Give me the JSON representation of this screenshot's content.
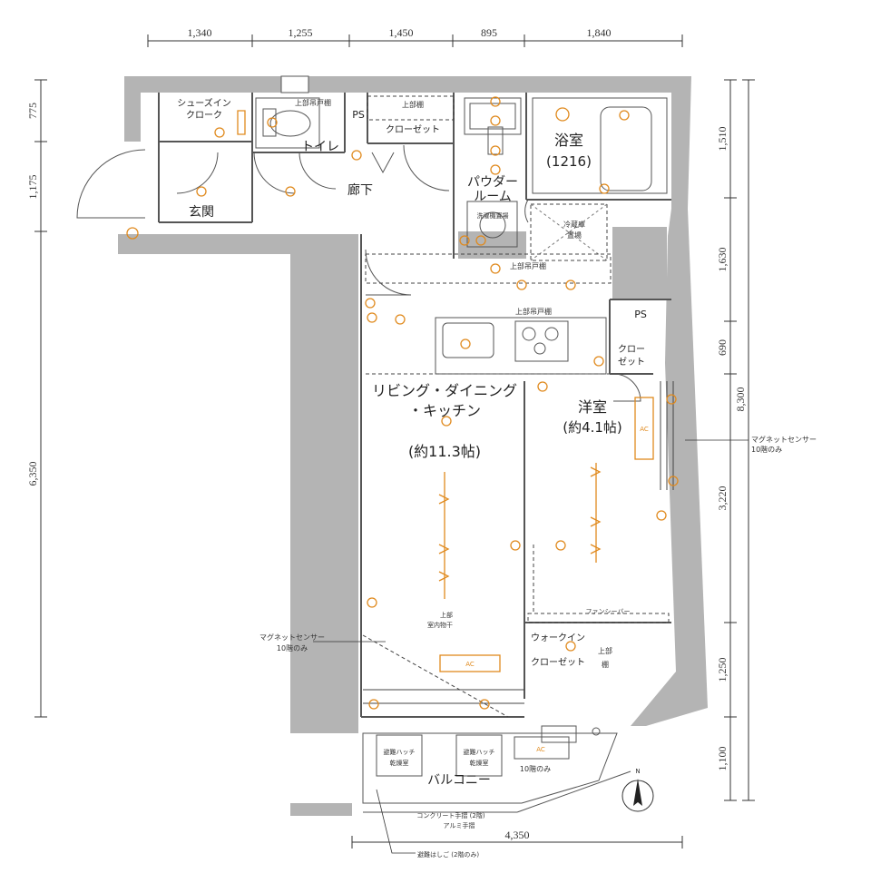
{
  "dimensions": {
    "top": [
      "1,340",
      "1,255",
      "1,450",
      "895",
      "1,840"
    ],
    "left": [
      "775",
      "1,175",
      "6,350"
    ],
    "right": [
      "1,510",
      "1,630",
      "690",
      "3,220",
      "1,250",
      "1,100"
    ],
    "right_total": "8,300",
    "bottom": "4,350"
  },
  "rooms": {
    "genkan": "玄関",
    "shoes_line1": "シューズイン",
    "shoes_line2": "クローク",
    "toilet": "トイレ",
    "closet_top": "クローゼット",
    "upper_shelf_top": "上部棚",
    "ps_top": "PS",
    "hallway": "廊下",
    "bath_line1": "浴室",
    "bath_line2": "(1216)",
    "powder_line1": "パウダー",
    "powder_line2": "ルーム",
    "washer": "洗濯機置場",
    "fridge_line1": "冷蔵庫",
    "fridge_line2": "置場",
    "ldk_line1": "リビング・ダイニング",
    "ldk_line2": "・キッチン",
    "ldk_size": "(約11.3帖)",
    "western_line1": "洋室",
    "western_line2": "(約4.1帖)",
    "ps_right": "PS",
    "closet_right_line1": "クロー",
    "closet_right_line2": "ゼット",
    "walkin_line1": "ウォークイン",
    "walkin_line2": "クローゼット",
    "upper_shelf_right_line1": "上部",
    "upper_shelf_right_line2": "棚",
    "balcony": "バルコニー"
  },
  "labels": {
    "upper_cabinet_1": "上部吊戸棚",
    "upper_cabinet_2": "上部吊戸棚",
    "upper_cabinet_3": "上部吊戸棚",
    "indoor_dry_line1": "上部",
    "indoor_dry_line2": "室内物干",
    "fancy_bar": "ファンシーバー",
    "magnet_right_line1": "マグネットセンサー",
    "magnet_right_line2": "10階のみ",
    "magnet_left_line1": "マグネットセンサー",
    "magnet_left_line2": "10階のみ",
    "ac_living": "AC",
    "ac_western": "AC",
    "ac_balcony": "AC",
    "tenth_floor_only": "10階のみ",
    "hatch1_line1": "避難ハッチ",
    "hatch1_line2": "乾燥室",
    "hatch2_line1": "避難ハッチ",
    "hatch2_line2": "乾燥室",
    "railing_line1": "コンクリート手摺 (2階)",
    "railing_line2": "アルミ手摺",
    "ladder": "避難はしご (2階のみ)",
    "north": "N"
  }
}
